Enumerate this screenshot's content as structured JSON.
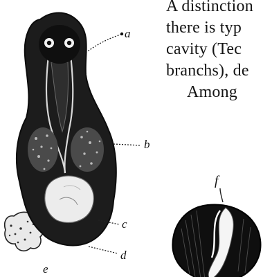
{
  "text_lines": [
    "A distinction",
    "there is typ",
    "cavity (Tec",
    "branchs), de",
    "Among"
  ],
  "figure_left": {
    "labels": {
      "a": "a",
      "b": "b",
      "c": "c",
      "d": "d",
      "e": "e"
    }
  },
  "figure_right": {
    "label": "f"
  }
}
